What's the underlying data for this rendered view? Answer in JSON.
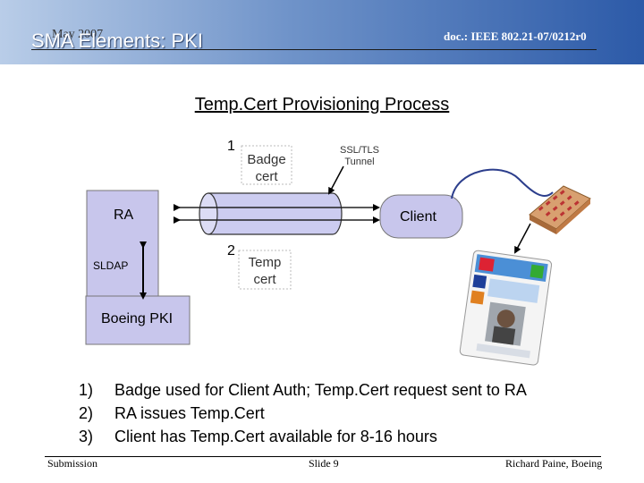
{
  "header": {
    "date": "May 2007",
    "title": "SMA Elements: PKI",
    "doc_ref": "doc.: IEEE 802.21-07/0212r0"
  },
  "slide_title": "Temp.Cert Provisioning Process",
  "diagram": {
    "step1": "1",
    "badge_cert_line1": "Badge",
    "badge_cert_line2": "cert",
    "ssl_line1": "SSL/TLS",
    "ssl_line2": "Tunnel",
    "ra": "RA",
    "client": "Client",
    "step2": "2",
    "temp_cert_line1": "Temp",
    "temp_cert_line2": "cert",
    "sldap": "SLDAP",
    "boeing_pki": "Boeing PKI"
  },
  "notes": [
    {
      "num": "1)",
      "text": "Badge used for Client Auth; Temp.Cert request sent to RA"
    },
    {
      "num": "2)",
      "text": "RA issues Temp.Cert"
    },
    {
      "num": "3)",
      "text": "Client has Temp.Cert available for 8-16 hours"
    }
  ],
  "footer": {
    "left": "Submission",
    "center": "Slide 9",
    "right": "Richard Paine, Boeing"
  },
  "colors": {
    "header_dark": "#2c5aa8",
    "box_fill": "#c8c6ec",
    "tunnel_fill": "#ccccf0"
  }
}
